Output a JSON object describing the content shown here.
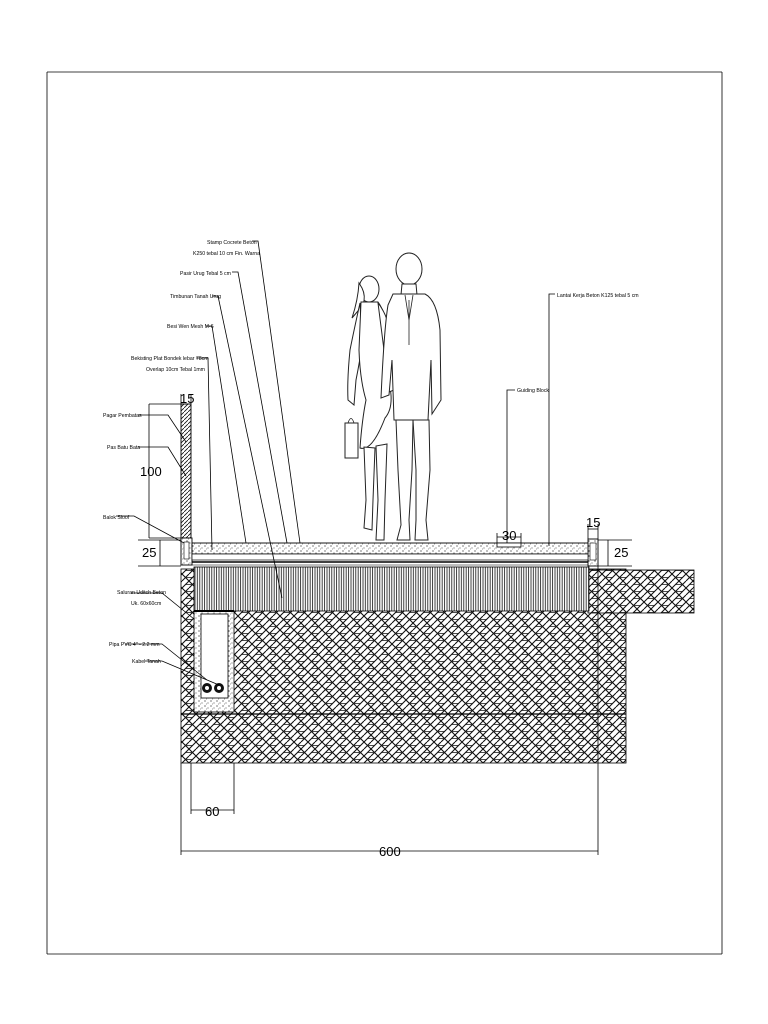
{
  "labels": {
    "stamp_1": "Stamp Cocrete Beton",
    "stamp_2": "K250 tebal 10 cm Fin. Warna",
    "pasir": "Pasir Urug Tebal 5 cm",
    "timbunan": "Timbunan Tanah Urug",
    "besi": "Besi Wen Mesh M-6",
    "bondek_1": "Bekisting Plat Bondek lebar 78cm",
    "bondek_2": "Overlap 10cm Tebal 1mm",
    "pagar": "Pagar Pembatas",
    "pas_bata": "Pas Batu Bata",
    "balok": "Balok Sloof",
    "saluran_1": "Saluran Uditch Beton",
    "saluran_2": "Uk. 60x60cm",
    "pipa": "Pipa PVC 4\" - 2.2 mm",
    "kabel": "Kabel Tanah",
    "guiding": "Guiding Block",
    "lantai": "Lantai Kerja Beton K125 tebal 5 cm"
  },
  "dimensions": {
    "d15_left": "15",
    "d100": "100",
    "d25_left": "25",
    "d30": "30",
    "d15_right": "15",
    "d25_right": "25",
    "d60": "60",
    "d600": "600"
  }
}
